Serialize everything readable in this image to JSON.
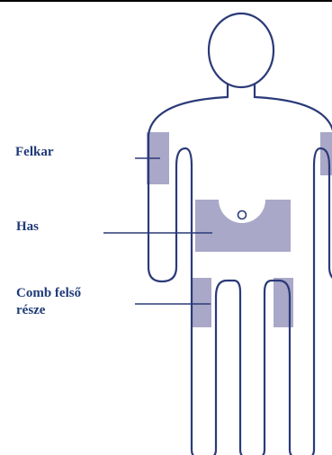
{
  "colors": {
    "outline": "#2b3a78",
    "injection_zone": "#aaa8c8",
    "label_text": "#1f3a78",
    "pointer_line": "#2b3a78"
  },
  "labels": {
    "upper_arm": "Felkar",
    "abdomen": "Has",
    "thigh_line1": "Comb felső",
    "thigh_line2": "része"
  },
  "icons": {
    "navel": "navel-circle-icon"
  }
}
